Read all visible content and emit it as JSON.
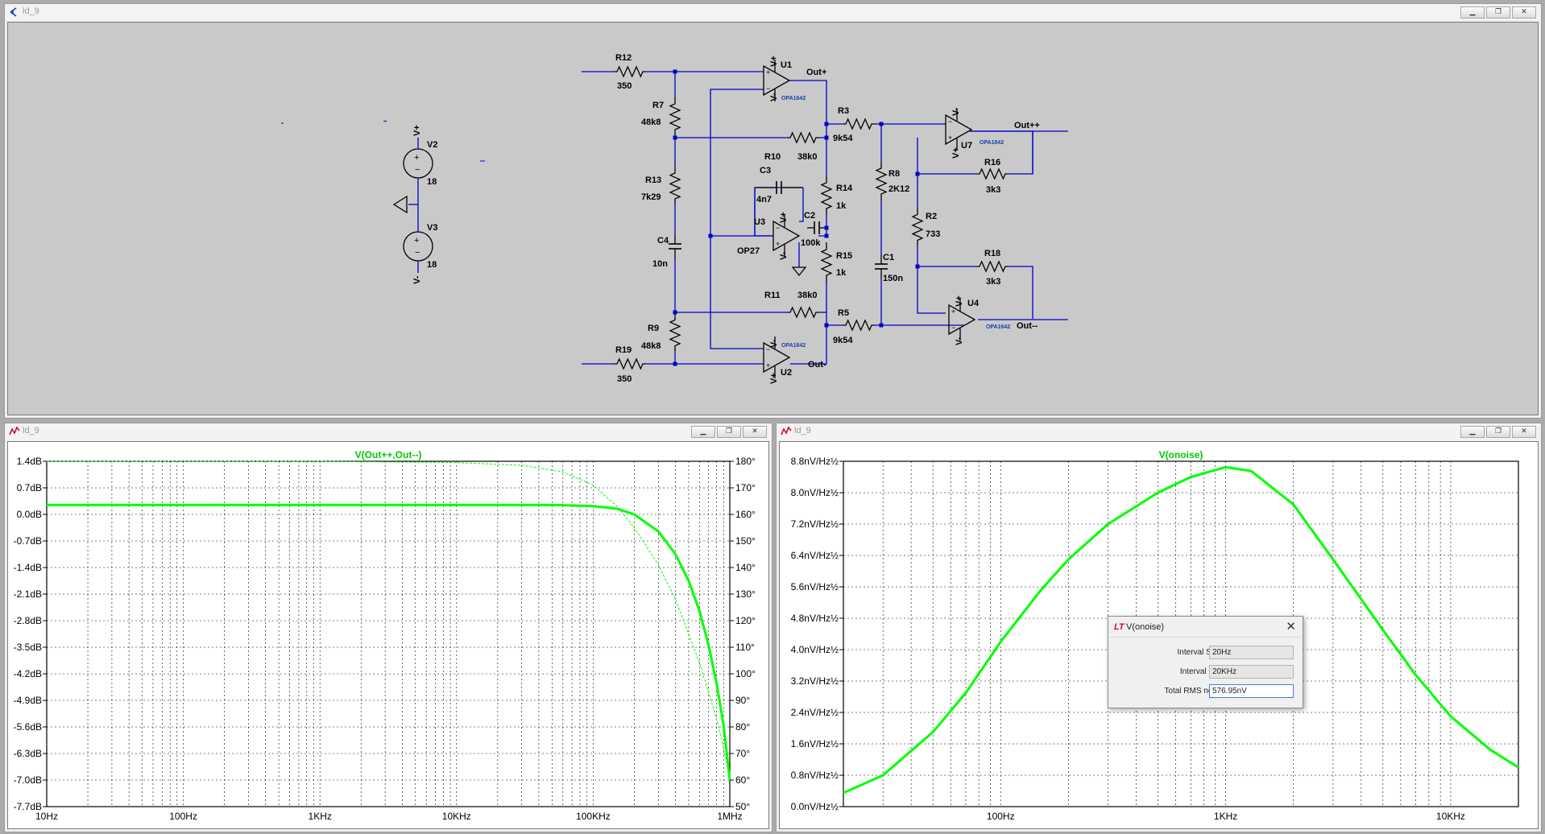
{
  "schematic_window": {
    "title": "ld_9",
    "components": {
      "R12": {
        "ref": "R12",
        "value": "350"
      },
      "R19": {
        "ref": "R19",
        "value": "350"
      },
      "R7": {
        "ref": "R7",
        "value": "48k8"
      },
      "R9": {
        "ref": "R9",
        "value": "48k8"
      },
      "R13": {
        "ref": "R13",
        "value": "7k29"
      },
      "C4": {
        "ref": "C4",
        "value": "10n"
      },
      "R10": {
        "ref": "R10",
        "value": "38k0"
      },
      "R11": {
        "ref": "R11",
        "value": "38k0"
      },
      "C3": {
        "ref": "C3",
        "value": "4n7"
      },
      "C2": {
        "ref": "C2",
        "value": "100k"
      },
      "U3": {
        "ref": "U3",
        "value": "OP27"
      },
      "R14": {
        "ref": "R14",
        "value": "1k"
      },
      "R15": {
        "ref": "R15",
        "value": "1k"
      },
      "R3": {
        "ref": "R3",
        "value": "9k54"
      },
      "R5": {
        "ref": "R5",
        "value": "9k54"
      },
      "R8": {
        "ref": "R8",
        "value": "2K12"
      },
      "C1": {
        "ref": "C1",
        "value": "150n"
      },
      "R2": {
        "ref": "R2",
        "value": "733"
      },
      "R16": {
        "ref": "R16",
        "value": "3k3"
      },
      "R18": {
        "ref": "R18",
        "value": "3k3"
      },
      "U1": {
        "ref": "U1",
        "value": "OPA1642"
      },
      "U2": {
        "ref": "U2",
        "value": "OPA1642"
      },
      "U7": {
        "ref": "U7",
        "value": "OPA1642"
      },
      "U4": {
        "ref": "U4",
        "value": "OPA1642"
      },
      "V2": {
        "ref": "V2",
        "value": "18"
      },
      "V3": {
        "ref": "V3",
        "value": "18"
      }
    },
    "nets": {
      "out_plus": "Out+",
      "out_minus": "Out-",
      "out_pp": "Out++",
      "out_mm": "Out--",
      "vplus": "V+",
      "vminus": "V-"
    }
  },
  "bode_window": {
    "title": "ld_9",
    "trace_label": "V(Out++,Out--)",
    "left_ticks": [
      "1.4dB",
      "0.7dB",
      "0.0dB",
      "-0.7dB",
      "-1.4dB",
      "-2.1dB",
      "-2.8dB",
      "-3.5dB",
      "-4.2dB",
      "-4.9dB",
      "-5.6dB",
      "-6.3dB",
      "-7.0dB",
      "-7.7dB"
    ],
    "right_ticks": [
      "180°",
      "170°",
      "160°",
      "150°",
      "140°",
      "130°",
      "120°",
      "110°",
      "100°",
      "90°",
      "80°",
      "70°",
      "60°",
      "50°"
    ],
    "x_ticks": [
      "10Hz",
      "100Hz",
      "1KHz",
      "10KHz",
      "100KHz",
      "1MHz"
    ]
  },
  "noise_window": {
    "title": "ld_9",
    "trace_label": "V(onoise)",
    "left_ticks": [
      "8.8nV/Hz½",
      "8.0nV/Hz½",
      "7.2nV/Hz½",
      "6.4nV/Hz½",
      "5.6nV/Hz½",
      "4.8nV/Hz½",
      "4.0nV/Hz½",
      "3.2nV/Hz½",
      "2.4nV/Hz½",
      "1.6nV/Hz½",
      "0.8nV/Hz½",
      "0.0nV/Hz½"
    ],
    "x_ticks": [
      "100Hz",
      "1KHz",
      "10KHz"
    ]
  },
  "noise_dialog": {
    "title": "V(onoise)",
    "interval_start_label": "Interval Start:",
    "interval_start": "20Hz",
    "interval_end_label": "Interval End:",
    "interval_end": "20KHz",
    "total_label": "Total RMS noise:",
    "total_value": "576.95nV"
  },
  "colors": {
    "trace": "#00ff00",
    "wire": "#0000c8",
    "component": "#b00000",
    "grid": "#000000",
    "schematic_bg": "#c9c9c9"
  },
  "chart_data": [
    {
      "type": "line",
      "title": "V(Out++,Out--)",
      "x_scale": "log",
      "xlim_hz": [
        10,
        1000000
      ],
      "ylim_db": [
        -7.7,
        1.4
      ],
      "y2lim_deg": [
        50,
        180
      ],
      "series": [
        {
          "name": "magnitude",
          "x": [
            10,
            100,
            1000,
            10000,
            50000,
            100000,
            150000,
            200000,
            300000,
            400000,
            500000,
            600000,
            700000,
            800000,
            900000,
            950000,
            1000000
          ],
          "y": [
            0.25,
            0.25,
            0.25,
            0.25,
            0.25,
            0.22,
            0.15,
            0.0,
            -0.45,
            -1.05,
            -1.75,
            -2.55,
            -3.45,
            -4.45,
            -5.55,
            -6.3,
            -7.0
          ]
        },
        {
          "name": "phase",
          "x": [
            10,
            1000,
            10000,
            30000,
            60000,
            100000,
            150000,
            200000,
            300000,
            400000,
            500000,
            600000,
            700000,
            800000,
            900000,
            1000000
          ],
          "y": [
            180,
            180,
            179.5,
            178.5,
            176,
            171,
            163,
            155,
            141,
            128,
            115,
            104,
            93,
            83,
            72,
            61
          ]
        }
      ]
    },
    {
      "type": "line",
      "title": "V(onoise)",
      "x_scale": "log",
      "xlim_hz": [
        20,
        20000
      ],
      "ylim_nv": [
        0,
        8.8
      ],
      "series": [
        {
          "name": "V(onoise)",
          "x": [
            20,
            30,
            50,
            70,
            100,
            150,
            200,
            300,
            500,
            700,
            1000,
            1300,
            2000,
            3000,
            5000,
            7000,
            10000,
            15000,
            20000
          ],
          "y": [
            0.35,
            0.8,
            1.9,
            2.9,
            4.2,
            5.5,
            6.3,
            7.2,
            8.0,
            8.4,
            8.65,
            8.55,
            7.7,
            6.3,
            4.5,
            3.35,
            2.3,
            1.45,
            1.0
          ]
        }
      ]
    }
  ]
}
